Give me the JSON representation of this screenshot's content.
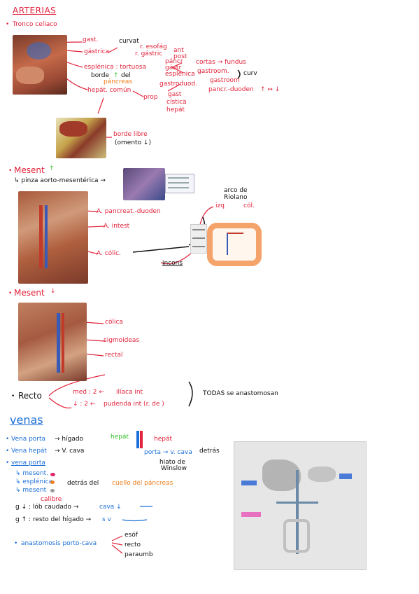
{
  "arterias": {
    "title": "ARTERIAS",
    "tronco": {
      "label": "Tronco celiaco",
      "gastrica": {
        "gast": "gast.",
        "gastrica": "gástrica",
        "curvat": "curvat",
        "r_esofag": "r. esofág",
        "r_gastric": "r. gástric",
        "ant": "ant",
        "post": "post"
      },
      "esplenica": {
        "label": "esplénica : tortuosa",
        "borde_sup": "borde",
        "del": "del",
        "pancreas": "páncreas",
        "pancr": "páncr",
        "gastr": "gástr",
        "esplenica2": "esplénica",
        "cortas": "cortas → fundus",
        "gastroom": "gastroom.",
        "curv": "curv",
        "up_arrow": "↑"
      },
      "hepatica": {
        "label": "hepát. común",
        "gastroduod": "gastroduod.",
        "gastroom": "gastroom",
        "pancr_duoden": "pancr.-duoden",
        "arrows": "↑ ↔ ↓",
        "prop": "prop",
        "gast": "gast",
        "cistica": "cística",
        "hepat": "hepát"
      },
      "borde_libre": "borde libre",
      "omento": "(omento ↓)"
    },
    "mesent_sup": {
      "label": "Mesent",
      "arrow": "↑",
      "pinza": "↳ pinza aorto-mesentérica →",
      "pancreat_duoden": "A. pancreat.-duoden",
      "intest": "A. intest",
      "colic": "A. cólic.",
      "incons": "incons",
      "arco": "arco de",
      "riolano": "Riolano",
      "izq": "izq",
      "col": "cól."
    },
    "mesent_inf": {
      "label": "Mesent",
      "arrow": "↓",
      "colica": "cólica",
      "sigmoideas": "sigmoideas",
      "rectal": "rectal"
    },
    "recto": {
      "label": "Recto",
      "med": "med : 2 ←",
      "iliaca": "ilíaca int",
      "inf": "↓ : 2 ←",
      "pudenda": "pudenda int (r. de )",
      "todas": "TODAS se anastomosan"
    }
  },
  "venas": {
    "title": "venas",
    "porta": "Vena porta",
    "porta_to": "→ hígado",
    "hepat": "Vena hepát",
    "hepat_to": "→ V. cava",
    "porta2": "vena porta",
    "mesent_up": "↳ mesent.",
    "esplenica": "↳ esplénica",
    "mesent_down": "↳ mesent",
    "detras": "detrás del",
    "cuello": "cuello del páncreas",
    "calibre": "calibre",
    "g_down": "g ↓ : lób caudado →",
    "cava": "cava ↓",
    "g_up": "g ↑ : resto del hígado →",
    "sv": "s v",
    "anastomosis": "anastomosis porto-cava",
    "esof": "esóf",
    "recto": "recto",
    "paraumb": "paraumb",
    "diagram_hepat": "hepát",
    "diagram_hepat2": "hepát",
    "diagram_porta": "porta → v. cava",
    "diagram_detras": "detrás",
    "hiato": "hiato de",
    "winslow": "Winslow"
  },
  "colors": {
    "red": "#e2233b",
    "blue": "#1b6fd6",
    "green": "#35c02b",
    "orange": "#f07d1a"
  }
}
